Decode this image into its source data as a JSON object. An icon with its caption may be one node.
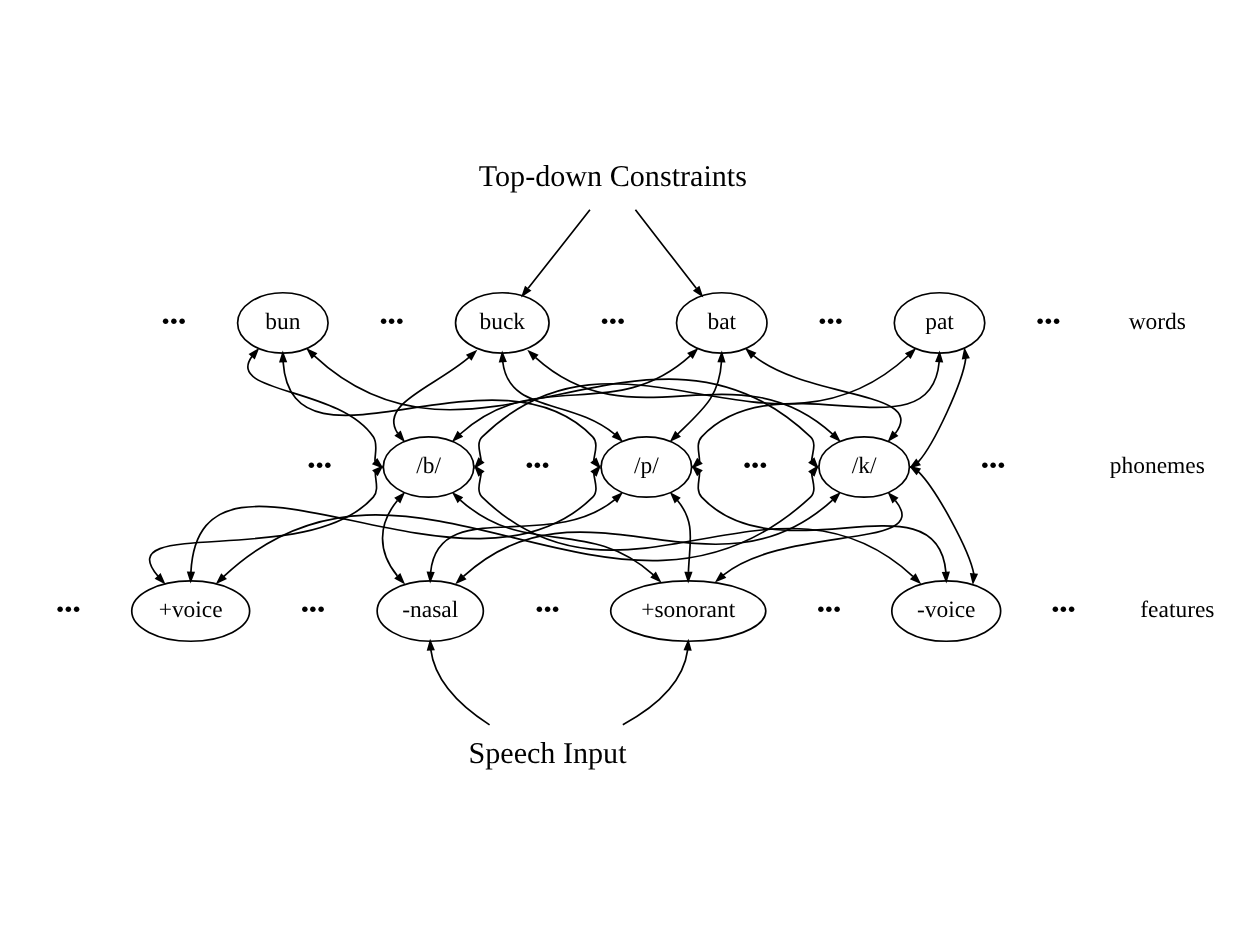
{
  "diagram": {
    "nodes": [
      {
        "text": [
          "bun"
        ]
      },
      {
        "text": [
          "buck"
        ]
      },
      {
        "text": [
          "bat"
        ]
      },
      {
        "text": [
          "pat"
        ]
      },
      {
        "text": [
          "/b/"
        ]
      },
      {
        "text": [
          "/p/"
        ]
      },
      {
        "text": [
          "/k/"
        ]
      },
      {
        "text": [
          "+voice"
        ]
      },
      {
        "text": [
          "-nasal"
        ]
      },
      {
        "text": [
          "+sonorant"
        ]
      },
      {
        "text": [
          "-voice"
        ]
      },
      {
        "text": [
          "Top-down Constraints"
        ]
      },
      {
        "text": [
          "Speech Input"
        ]
      }
    ],
    "edges": [
      {
        "from": 11,
        "to": 1,
        "arrow": "to"
      },
      {
        "from": 11,
        "to": 2,
        "arrow": "to"
      },
      {
        "from": 0,
        "to": 4,
        "arrow": "both"
      },
      {
        "from": 0,
        "to": 5,
        "arrow": "both"
      },
      {
        "from": 0,
        "to": 6,
        "arrow": "both"
      },
      {
        "from": 1,
        "to": 4,
        "arrow": "both"
      },
      {
        "from": 1,
        "to": 5,
        "arrow": "both"
      },
      {
        "from": 1,
        "to": 6,
        "arrow": "both"
      },
      {
        "from": 2,
        "to": 4,
        "arrow": "both"
      },
      {
        "from": 2,
        "to": 5,
        "arrow": "both"
      },
      {
        "from": 2,
        "to": 6,
        "arrow": "both"
      },
      {
        "from": 3,
        "to": 4,
        "arrow": "both"
      },
      {
        "from": 3,
        "to": 5,
        "arrow": "both"
      },
      {
        "from": 3,
        "to": 6,
        "arrow": "both"
      },
      {
        "from": 4,
        "to": 7,
        "arrow": "both"
      },
      {
        "from": 4,
        "to": 8,
        "arrow": "both"
      },
      {
        "from": 4,
        "to": 9,
        "arrow": "both"
      },
      {
        "from": 4,
        "to": 10,
        "arrow": "both"
      },
      {
        "from": 5,
        "to": 7,
        "arrow": "both"
      },
      {
        "from": 5,
        "to": 8,
        "arrow": "both"
      },
      {
        "from": 5,
        "to": 9,
        "arrow": "both"
      },
      {
        "from": 5,
        "to": 10,
        "arrow": "both"
      },
      {
        "from": 6,
        "to": 7,
        "arrow": "both"
      },
      {
        "from": 6,
        "to": 8,
        "arrow": "both"
      },
      {
        "from": 6,
        "to": 9,
        "arrow": "both"
      },
      {
        "from": 6,
        "to": 10,
        "arrow": "both"
      },
      {
        "from": 12,
        "to": 8,
        "arrow": "to"
      },
      {
        "from": 12,
        "to": 9,
        "arrow": "to"
      }
    ],
    "labels": [
      "•••",
      "•••",
      "•••",
      "•••",
      "•••",
      "words",
      "•••",
      "•••",
      "•••",
      "•••",
      "phonemes",
      "•••",
      "•••",
      "•••",
      "•••",
      "•••",
      "features"
    ]
  }
}
